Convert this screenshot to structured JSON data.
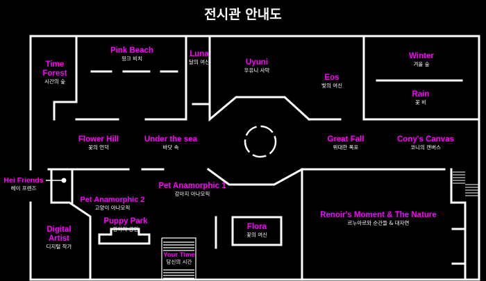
{
  "map": {
    "title": "전시관 안내도",
    "colors": {
      "background": "#000000",
      "wall": "#ffffff",
      "room_label": "#ff00ff",
      "subtitle": "#ffffff"
    },
    "rooms": [
      {
        "id": "time-forest",
        "en": "Time\nForest",
        "ko": "시간의 숲"
      },
      {
        "id": "pink-beach",
        "en": "Pink Beach",
        "ko": "핑크 비치"
      },
      {
        "id": "luna",
        "en": "Luna",
        "ko": "달의 여신"
      },
      {
        "id": "uyuni",
        "en": "Uyuni",
        "ko": "우유니 사막"
      },
      {
        "id": "eos",
        "en": "Eos",
        "ko": "빛의 여신"
      },
      {
        "id": "winter",
        "en": "Winter",
        "ko": "겨울 숲"
      },
      {
        "id": "rain",
        "en": "Rain",
        "ko": "꽃 비"
      },
      {
        "id": "flower-hill",
        "en": "Flower Hill",
        "ko": "꽃의 언덕"
      },
      {
        "id": "under-the-sea",
        "en": "Under the sea",
        "ko": "바닷 속"
      },
      {
        "id": "great-fall",
        "en": "Great Fall",
        "ko": "위대한 폭포"
      },
      {
        "id": "conys-canvas",
        "en": "Cony's Canvas",
        "ko": "코니의 캔버스"
      },
      {
        "id": "hei-friends",
        "en": "Hei Friends",
        "ko": "헤이 프렌즈"
      },
      {
        "id": "pet-anamorphic-1",
        "en": "Pet Anamorphic 1",
        "ko": "강아지 아나모픽"
      },
      {
        "id": "pet-anamorphic-2",
        "en": "Pet Anamorphic 2",
        "ko": "고양이 아나모픽"
      },
      {
        "id": "puppy-park",
        "en": "Puppy Park",
        "ko": "강아지 공원"
      },
      {
        "id": "digital-artist",
        "en": "Digital\nArtist",
        "ko": "디지털 작가"
      },
      {
        "id": "flora",
        "en": "Flora",
        "ko": "꽃의 여신"
      },
      {
        "id": "your-time",
        "en": "Your Time",
        "ko": "당신의 시간"
      },
      {
        "id": "renoirs-moment",
        "en": "Renoir's Moment & The Nature",
        "ko": "르누아르와 순간들 & 대자연"
      }
    ]
  }
}
